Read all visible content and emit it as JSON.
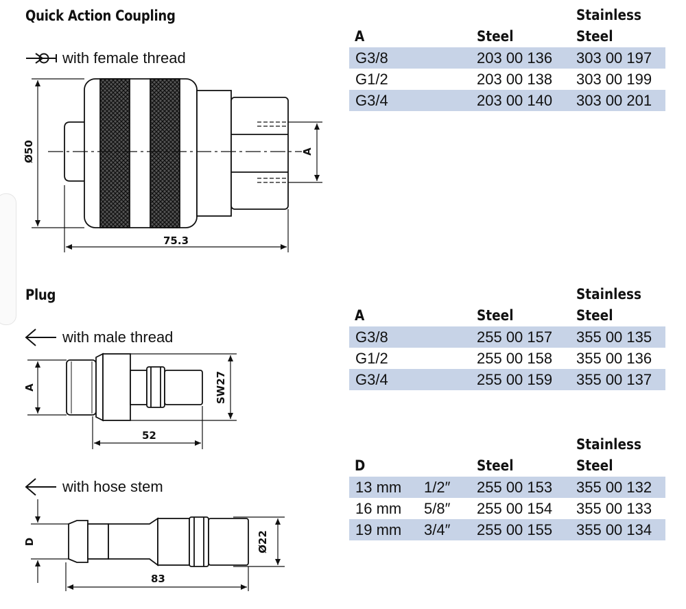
{
  "coupling": {
    "title": "Quick Action Coupling",
    "subtitle": "with female thread",
    "dim_length": "75.3",
    "dim_diameter": "Ø50",
    "dim_a": "A",
    "table": {
      "header_stainless_top": "Stainless",
      "header_a": "A",
      "header_steel": "Steel",
      "header_stainless": "Steel",
      "rows": [
        {
          "a": "G3/8",
          "steel": "203 00 136",
          "stainless": "303 00 197"
        },
        {
          "a": "G1/2",
          "steel": "203 00 138",
          "stainless": "303 00 199"
        },
        {
          "a": "G3/4",
          "steel": "203 00 140",
          "stainless": "303 00 201"
        }
      ]
    }
  },
  "plug": {
    "title": "Plug",
    "subtitle": "with male thread",
    "dim_length": "52",
    "dim_sw": "SW27",
    "dim_a": "A",
    "table": {
      "header_stainless_top": "Stainless",
      "header_a": "A",
      "header_steel": "Steel",
      "header_stainless": "Steel",
      "rows": [
        {
          "a": "G3/8",
          "steel": "255 00 157",
          "stainless": "355 00 135"
        },
        {
          "a": "G1/2",
          "steel": "255 00 158",
          "stainless": "355 00 136"
        },
        {
          "a": "G3/4",
          "steel": "255 00 159",
          "stainless": "355 00 137"
        }
      ]
    }
  },
  "hose": {
    "subtitle": "with hose stem",
    "dim_length": "83",
    "dim_diameter": "Ø22",
    "dim_d": "D",
    "table": {
      "header_stainless_top": "Stainless",
      "header_d": "D",
      "header_steel": "Steel",
      "header_stainless": "Steel",
      "rows": [
        {
          "mm": "13 mm",
          "inch": "1/2″",
          "steel": "255 00 153",
          "stainless": "355 00 132"
        },
        {
          "mm": "16 mm",
          "inch": "5/8″",
          "steel": "255 00 154",
          "stainless": "355 00 133"
        },
        {
          "mm": "19 mm",
          "inch": "3/4″",
          "steel": "255 00 155",
          "stainless": "355 00 134"
        }
      ]
    }
  },
  "colors": {
    "row_shade": "#c7d3e7",
    "ink": "#111111"
  }
}
